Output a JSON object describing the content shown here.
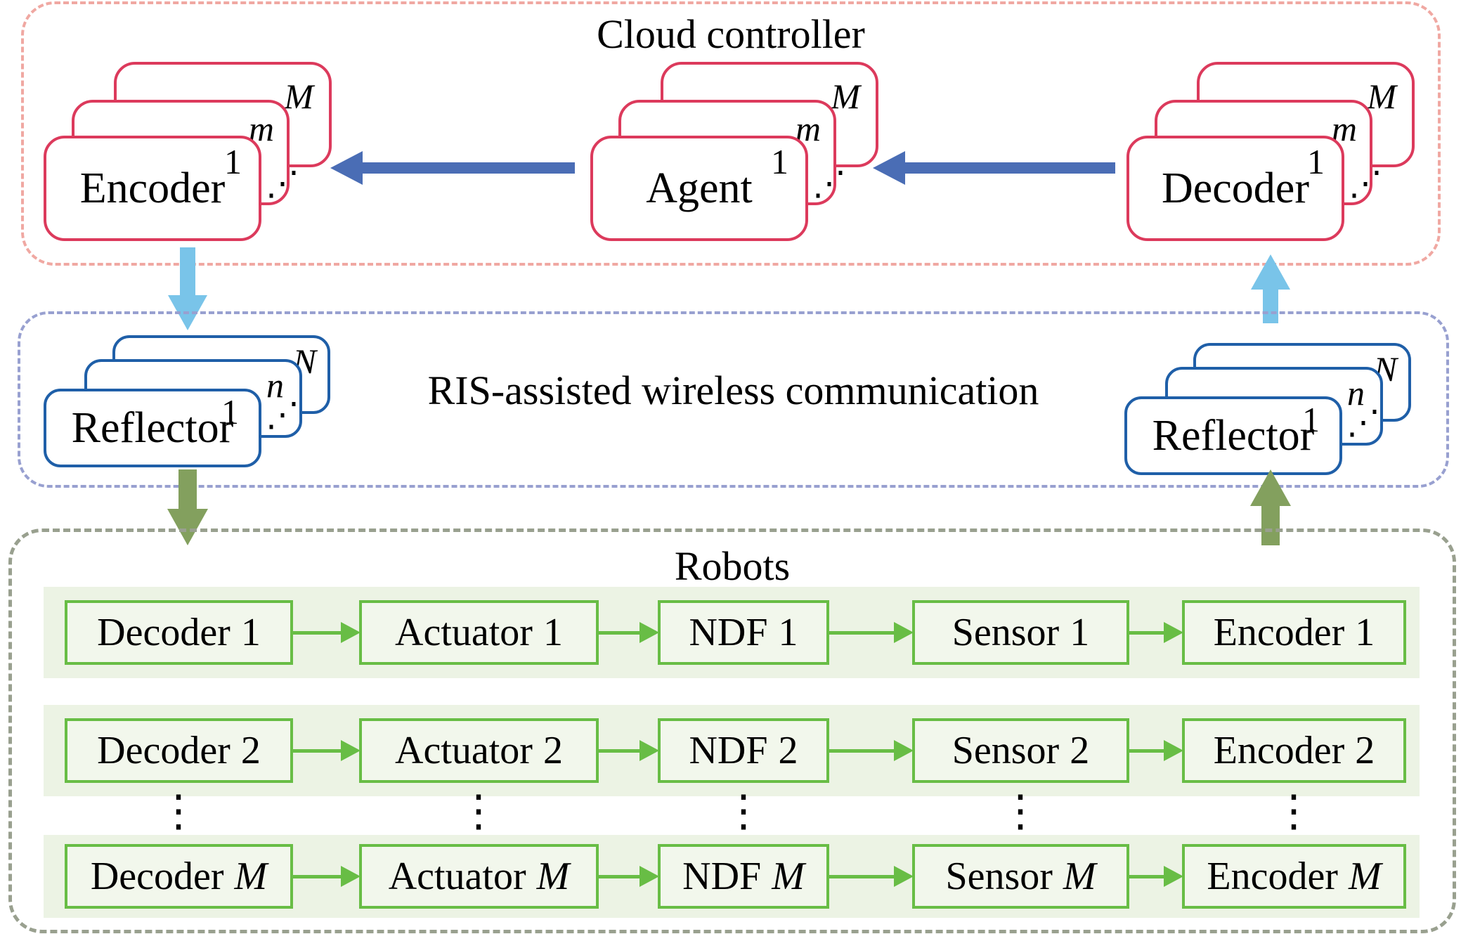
{
  "colors": {
    "card_red": "#dc3a5c",
    "card_blue": "#1f5fa8",
    "arrow_dark_blue": "#4a6db5",
    "arrow_light_blue": "#79c4e9",
    "arrow_olive": "#83a05e",
    "robot_green": "#68bd45",
    "dash_pink": "#f0a8a2",
    "dash_purple": "#98a0d0",
    "dash_gray": "#99a08f",
    "band_bg": "#ecf3e4",
    "box_bg": "#f2f7ec",
    "text": "#000000"
  },
  "cloud": {
    "title": "Cloud controller",
    "stacks": [
      {
        "label": "Encoder",
        "front_index": "1",
        "mid_index": "m",
        "back_index": "M",
        "dots": "⋰"
      },
      {
        "label": "Agent",
        "front_index": "1",
        "mid_index": "m",
        "back_index": "M",
        "dots": "⋰"
      },
      {
        "label": "Decoder",
        "front_index": "1",
        "mid_index": "m",
        "back_index": "M",
        "dots": "⋰"
      }
    ]
  },
  "ris": {
    "title": "RIS-assisted wireless communication",
    "stacks": [
      {
        "label": "Reflector",
        "front_index": "1",
        "mid_index": "n",
        "back_index": "N",
        "dots": "⋰"
      },
      {
        "label": "Reflector",
        "front_index": "1",
        "mid_index": "n",
        "back_index": "N",
        "dots": "⋰"
      }
    ]
  },
  "robots": {
    "title": "Robots",
    "ellipsis": "⋮",
    "rows": [
      {
        "boxes": [
          {
            "name": "Decoder",
            "idx": "1"
          },
          {
            "name": "Actuator",
            "idx": "1"
          },
          {
            "name": "NDF",
            "idx": "1"
          },
          {
            "name": "Sensor",
            "idx": "1"
          },
          {
            "name": "Encoder",
            "idx": "1"
          }
        ]
      },
      {
        "boxes": [
          {
            "name": "Decoder",
            "idx": "2"
          },
          {
            "name": "Actuator",
            "idx": "2"
          },
          {
            "name": "NDF",
            "idx": "2"
          },
          {
            "name": "Sensor",
            "idx": "2"
          },
          {
            "name": "Encoder",
            "idx": "2"
          }
        ]
      },
      {
        "boxes": [
          {
            "name": "Decoder",
            "idx": "M"
          },
          {
            "name": "Actuator",
            "idx": "M"
          },
          {
            "name": "NDF",
            "idx": "M"
          },
          {
            "name": "Sensor",
            "idx": "M"
          },
          {
            "name": "Encoder",
            "idx": "M"
          }
        ]
      }
    ]
  }
}
